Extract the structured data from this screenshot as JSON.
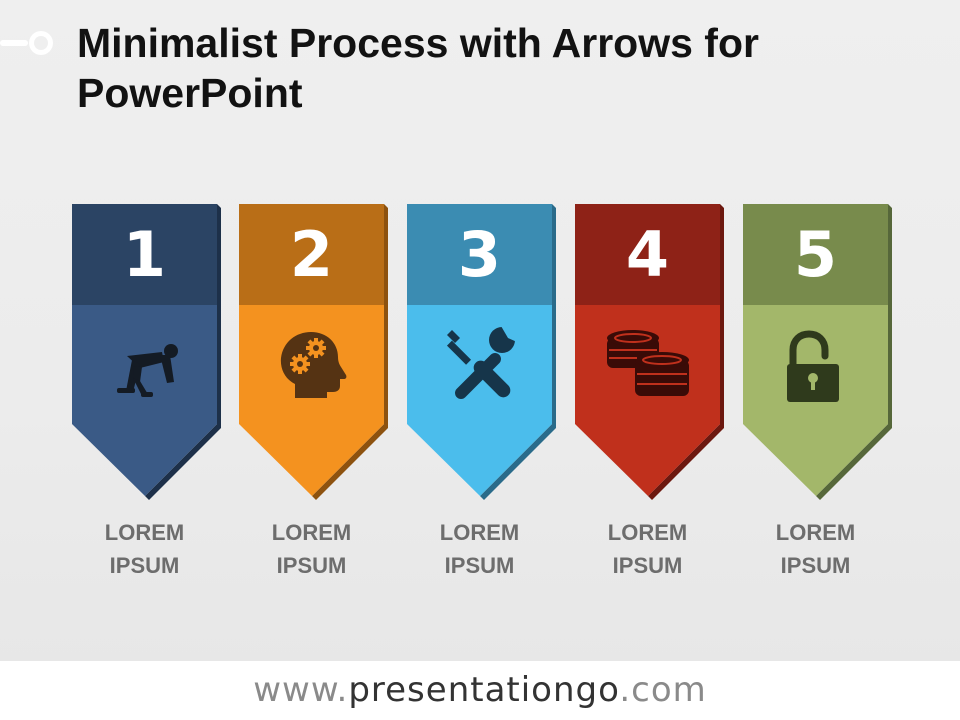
{
  "title": "Minimalist Process with Arrows for PowerPoint",
  "steps": [
    {
      "number": "1",
      "label": "LOREM\nIPSUM",
      "icon": "runner-start-icon",
      "colors": {
        "top": "#2b4464",
        "body": "#3a5a86",
        "shadow": "#1d3049"
      }
    },
    {
      "number": "2",
      "label": "LOREM\nIPSUM",
      "icon": "head-gears-icon",
      "colors": {
        "top": "#b96e17",
        "body": "#f4921f",
        "shadow": "#8d520f"
      }
    },
    {
      "number": "3",
      "label": "LOREM\nIPSUM",
      "icon": "tools-icon",
      "colors": {
        "top": "#3b8cb2",
        "body": "#4bbdec",
        "shadow": "#2a6b8a"
      }
    },
    {
      "number": "4",
      "label": "LOREM\nIPSUM",
      "icon": "coins-icon",
      "colors": {
        "top": "#8e2217",
        "body": "#c0301c",
        "shadow": "#6c180f"
      }
    },
    {
      "number": "5",
      "label": "LOREM\nIPSUM",
      "icon": "unlocked-padlock-icon",
      "colors": {
        "top": "#788b4c",
        "body": "#a3b76a",
        "shadow": "#56673a"
      }
    }
  ],
  "footer": {
    "prefix": "www.",
    "brand": "presentationgo",
    "suffix": ".com"
  }
}
